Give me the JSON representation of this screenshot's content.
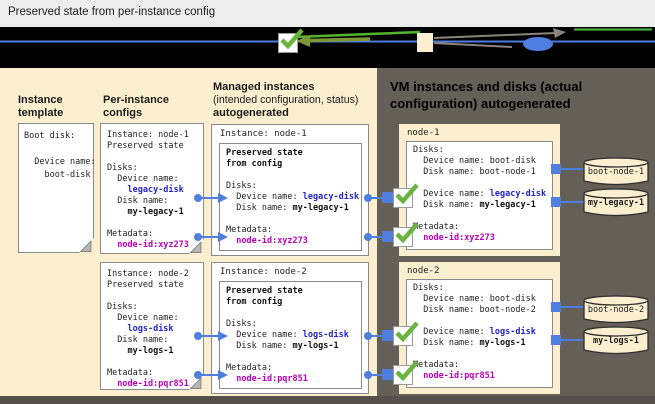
{
  "title_bar": {
    "title": "Preserved state from per-instance config"
  },
  "colors": {
    "accent_blue": "#2222cc",
    "metadata_magenta": "#bd00bd",
    "connector_blue": "#4d7ee0",
    "check_green": "#69b33e",
    "panel_cream": "#fbefcf",
    "panel_dark": "#645f57"
  },
  "headers": {
    "instance_template": [
      "Instance",
      "template"
    ],
    "per_instance_configs": [
      "Per-instance",
      "configs"
    ],
    "managed_instances": {
      "line1": "Managed instances",
      "line2": "(intended configuration, status)",
      "line3": "autogenerated"
    },
    "vm_instances": [
      "VM instances and disks (actual",
      "configuration) autogenerated"
    ]
  },
  "instance_template_box": {
    "lines": [
      [
        {
          "t": "Boot disk:"
        }
      ],
      [],
      [
        {
          "t": "  Device name:"
        }
      ],
      [
        {
          "t": "    boot-disk"
        }
      ]
    ]
  },
  "rows": [
    {
      "config": {
        "lines": [
          [
            {
              "t": "Instance: node-1"
            }
          ],
          [
            {
              "t": "Preserved state"
            }
          ],
          [],
          [
            {
              "t": "Disks:"
            }
          ],
          [
            {
              "t": "  Device name:"
            }
          ],
          [
            {
              "t": "    "
            },
            {
              "t": "legacy-disk",
              "c": "blue"
            }
          ],
          [
            {
              "t": "  Disk name:"
            }
          ],
          [
            {
              "t": "    "
            },
            {
              "t": "my-legacy-1",
              "c": "bold"
            }
          ],
          [],
          [
            {
              "t": "Metadata:"
            }
          ],
          [
            {
              "t": "  "
            },
            {
              "t": "node-id:xyz273",
              "c": "magenta"
            }
          ]
        ]
      },
      "managed": {
        "title": "Instance: node-1",
        "lines": [
          [
            {
              "t": "Preserved state",
              "c": "bold"
            }
          ],
          [
            {
              "t": "from config",
              "c": "bold"
            }
          ],
          [],
          [
            {
              "t": "Disks:"
            }
          ],
          [
            {
              "t": "  Device name: "
            },
            {
              "t": "legacy-disk",
              "c": "blue"
            }
          ],
          [
            {
              "t": "  Disk name: "
            },
            {
              "t": "my-legacy-1",
              "c": "bold"
            }
          ],
          [],
          [
            {
              "t": "Metadata:"
            }
          ],
          [
            {
              "t": "  "
            },
            {
              "t": "node-id:xyz273",
              "c": "magenta"
            }
          ]
        ]
      },
      "node": {
        "title": "node-1",
        "lines": [
          [
            {
              "t": "Disks:"
            }
          ],
          [
            {
              "t": "  Device name: boot-disk"
            }
          ],
          [
            {
              "t": "  Disk name: boot-node-1"
            }
          ],
          [],
          [
            {
              "t": "  Device name: "
            },
            {
              "t": "legacy-disk",
              "c": "blue"
            }
          ],
          [
            {
              "t": "  Disk name: "
            },
            {
              "t": "my-legacy-1",
              "c": "bold"
            }
          ],
          [],
          [
            {
              "t": "Metadata:"
            }
          ],
          [
            {
              "t": "  "
            },
            {
              "t": "node-id:xyz273",
              "c": "magenta"
            }
          ]
        ]
      },
      "disks": [
        {
          "label": "boot-node-1",
          "bold": false
        },
        {
          "label": "my-legacy-1",
          "bold": true
        }
      ]
    },
    {
      "config": {
        "lines": [
          [
            {
              "t": "Instance: node-2"
            }
          ],
          [
            {
              "t": "Preserved state"
            }
          ],
          [],
          [
            {
              "t": "Disks:"
            }
          ],
          [
            {
              "t": "  Device name:"
            }
          ],
          [
            {
              "t": "    "
            },
            {
              "t": "logs-disk",
              "c": "blue"
            }
          ],
          [
            {
              "t": "  Disk name:"
            }
          ],
          [
            {
              "t": "    "
            },
            {
              "t": "my-logs-1",
              "c": "bold"
            }
          ],
          [],
          [
            {
              "t": "Metadata:"
            }
          ],
          [
            {
              "t": "  "
            },
            {
              "t": "node-id:pqr851",
              "c": "magenta"
            }
          ]
        ]
      },
      "managed": {
        "title": "Instance: node-2",
        "lines": [
          [
            {
              "t": "Preserved state",
              "c": "bold"
            }
          ],
          [
            {
              "t": "from config",
              "c": "bold"
            }
          ],
          [],
          [
            {
              "t": "Disks:"
            }
          ],
          [
            {
              "t": "  Device name: "
            },
            {
              "t": "logs-disk",
              "c": "blue"
            }
          ],
          [
            {
              "t": "  Disk name: "
            },
            {
              "t": "my-logs-1",
              "c": "bold"
            }
          ],
          [],
          [
            {
              "t": "Metadata:"
            }
          ],
          [
            {
              "t": "  "
            },
            {
              "t": "node-id:pqr851",
              "c": "magenta"
            }
          ]
        ]
      },
      "node": {
        "title": "node-2",
        "lines": [
          [
            {
              "t": "Disks:"
            }
          ],
          [
            {
              "t": "  Device name: boot-disk"
            }
          ],
          [
            {
              "t": "  Disk name: boot-node-2"
            }
          ],
          [],
          [
            {
              "t": "  Device name: "
            },
            {
              "t": "logs-disk",
              "c": "blue"
            }
          ],
          [
            {
              "t": "  Disk name: "
            },
            {
              "t": "my-logs-1",
              "c": "bold"
            }
          ],
          [],
          [
            {
              "t": "Metadata:"
            }
          ],
          [
            {
              "t": "  "
            },
            {
              "t": "node-id:pqr851",
              "c": "magenta"
            }
          ]
        ]
      },
      "disks": [
        {
          "label": "boot-node-2",
          "bold": false
        },
        {
          "label": "my-logs-1",
          "bold": true
        }
      ]
    }
  ]
}
